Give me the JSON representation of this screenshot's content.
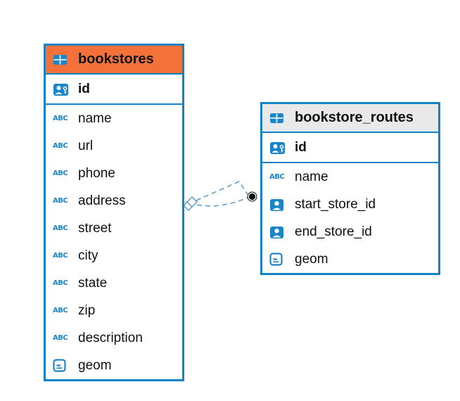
{
  "colors": {
    "accent_blue": "#1283c6",
    "icon_blue": "#1b85c9",
    "connector_blue": "#5f9ccc",
    "dot_black": "#0a0a0a",
    "bookstores_header_bg": "#f4713a",
    "routes_header_bg": "#e9e9e9",
    "text": "#111111"
  },
  "diagram": {
    "tables": [
      {
        "name": "bookstores",
        "header_bg": "#f4713a",
        "columns": [
          {
            "name": "id",
            "icon": "user-key",
            "pk": true
          },
          {
            "name": "name",
            "icon": "abc",
            "pk": false
          },
          {
            "name": "url",
            "icon": "abc",
            "pk": false
          },
          {
            "name": "phone",
            "icon": "abc",
            "pk": false
          },
          {
            "name": "address",
            "icon": "abc",
            "pk": false
          },
          {
            "name": "street",
            "icon": "abc",
            "pk": false
          },
          {
            "name": "city",
            "icon": "abc",
            "pk": false
          },
          {
            "name": "state",
            "icon": "abc",
            "pk": false
          },
          {
            "name": "zip",
            "icon": "abc",
            "pk": false
          },
          {
            "name": "description",
            "icon": "abc",
            "pk": false
          },
          {
            "name": "geom",
            "icon": "geometry",
            "pk": false
          }
        ]
      },
      {
        "name": "bookstore_routes",
        "header_bg": "#e9e9e9",
        "columns": [
          {
            "name": "id",
            "icon": "user-key",
            "pk": true
          },
          {
            "name": "name",
            "icon": "abc",
            "pk": false
          },
          {
            "name": "start_store_id",
            "icon": "user",
            "pk": false
          },
          {
            "name": "end_store_id",
            "icon": "user",
            "pk": false
          },
          {
            "name": "geom",
            "icon": "geometry",
            "pk": false
          }
        ]
      }
    ],
    "relationship": {
      "style": "dashed",
      "left_end_marker": "diamond",
      "right_end_marker": "dot",
      "line_count": 2
    }
  }
}
